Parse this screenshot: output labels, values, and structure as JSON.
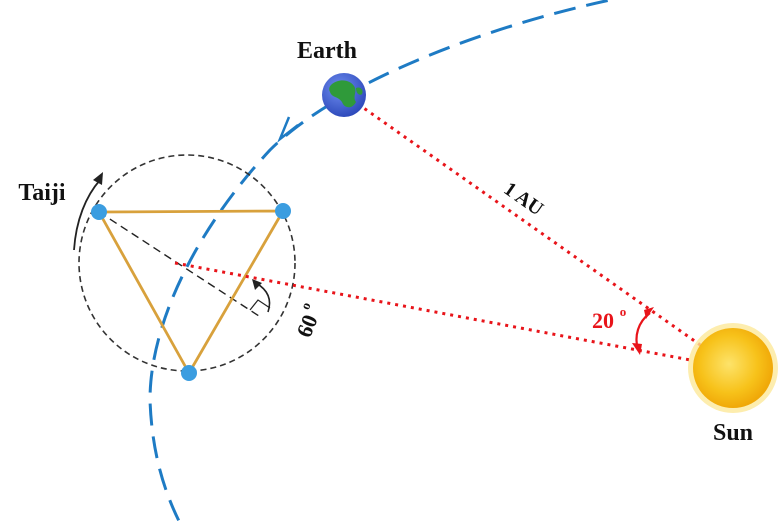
{
  "labels": {
    "earth": "Earth",
    "taiji": "Taiji",
    "sun": "Sun",
    "distance": "1 AU",
    "lag_angle": "20",
    "lag_angle_unit": "o",
    "tilt_angle": "60",
    "tilt_angle_unit": "o"
  },
  "colors": {
    "orbit": "#1e7bc4",
    "sun_line": "#e8141a",
    "triangle": "#d8a13c",
    "spacecraft": "#3b9de0",
    "constellation_circle": "#333333",
    "sun_fill": "#f7c21a",
    "sun_glow": "#fde89a",
    "earth_ocean": "#3a5fd6",
    "earth_land": "#2f9a3a"
  },
  "icons": {
    "earth": "earth-globe-icon",
    "sun": "sun-icon",
    "orbit_arrow": "orbit-direction-arrow-icon",
    "rotation_arrow": "rotation-direction-arrow-icon"
  }
}
